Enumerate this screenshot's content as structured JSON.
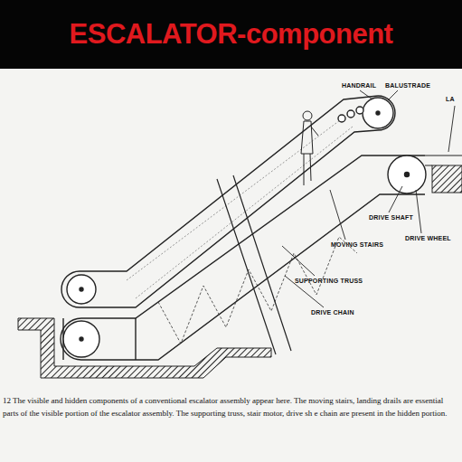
{
  "diagram": {
    "title": "ESCALATOR-component",
    "caption": "12 The visible and hidden components of a conventional escalator assembly appear here. The moving stairs, landing drails are essential parts of the visible portion of the escalator assembly. The supporting truss, stair motor, drive sh e chain are present in the hidden portion.",
    "labels": [
      "HANDRAIL",
      "BALUSTRADE",
      "LA",
      "DRIVE SHAFT",
      "DRIVE WHEEL",
      "MOVING STAIRS",
      "SUPPORTING TRUSS",
      "DRIVE CHAIN"
    ]
  }
}
